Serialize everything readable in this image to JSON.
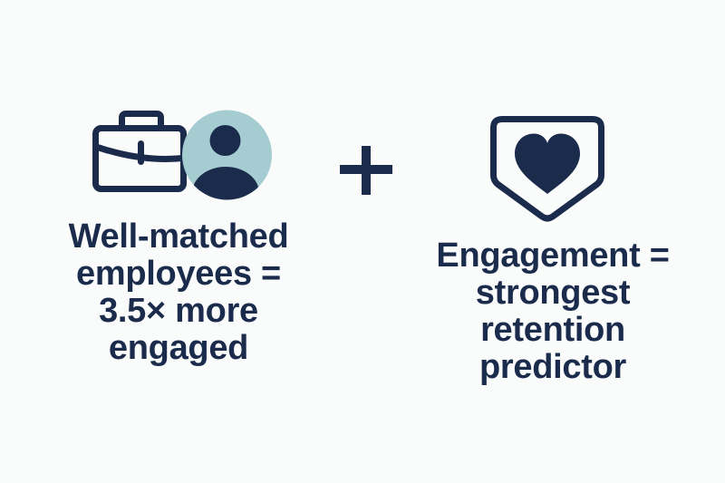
{
  "colors": {
    "navy": "#1b2b4c",
    "teal": "#a4ccd1",
    "background": "#fafbfb"
  },
  "left_item": {
    "icon": "briefcase-person-icon",
    "lines": [
      "Well-matched",
      "employees =",
      "3.5× more",
      "engaged"
    ]
  },
  "operator": {
    "symbol": "+"
  },
  "right_item": {
    "icon": "shield-heart-icon",
    "lines": [
      "Engagement =",
      "strongest",
      "retention",
      "predictor"
    ]
  }
}
